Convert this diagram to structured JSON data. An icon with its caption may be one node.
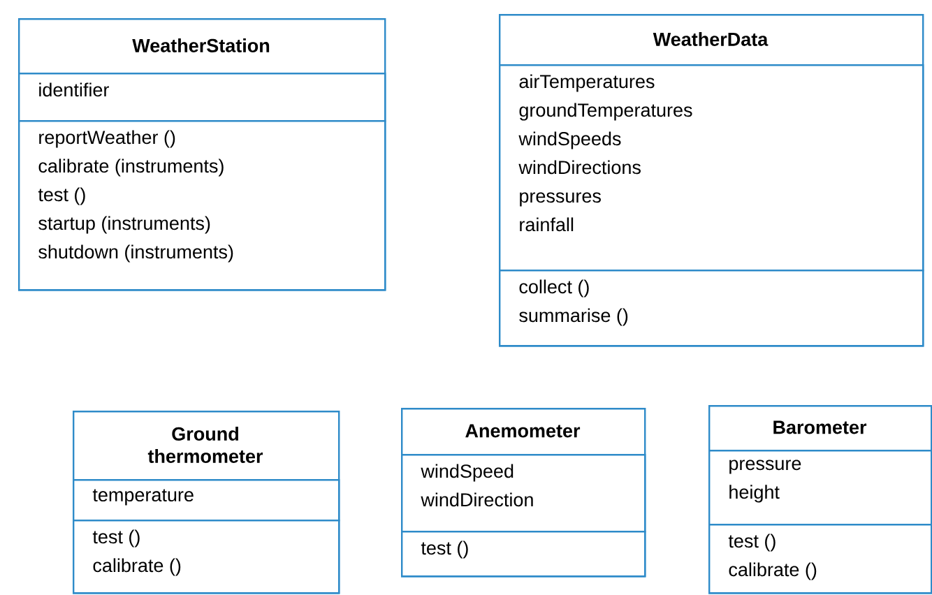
{
  "diagram": {
    "nodes": [
      {
        "text": [
          "WeatherStation"
        ]
      },
      {
        "text": [
          "identifier"
        ],
        "in": 0
      },
      {
        "text": [
          "reportWeather ()",
          "calibrate (instruments)",
          "test ()",
          "startup (instruments)",
          "shutdown (instruments)"
        ],
        "in": 0
      },
      {
        "text": [
          "WeatherData"
        ]
      },
      {
        "text": [
          "airTemperatures",
          "groundTemperatures",
          "windSpeeds",
          "windDirections",
          "pressures",
          "rainfall"
        ],
        "in": 3
      },
      {
        "text": [
          "collect ()",
          "summarise ()"
        ],
        "in": 3
      },
      {
        "text": [
          "Ground thermometer"
        ]
      },
      {
        "text": [
          "temperature"
        ],
        "in": 6
      },
      {
        "text": [
          "test ()",
          "calibrate ()"
        ],
        "in": 6
      },
      {
        "text": [
          "Anemometer"
        ]
      },
      {
        "text": [
          "windSpeed",
          "windDirection"
        ],
        "in": 9
      },
      {
        "text": [
          "test ()"
        ],
        "in": 9
      },
      {
        "text": [
          "Barometer"
        ]
      },
      {
        "text": [
          "pressure",
          "height"
        ],
        "in": 12
      },
      {
        "text": [
          "test ()",
          "calibrate ()"
        ],
        "in": 12
      }
    ]
  }
}
